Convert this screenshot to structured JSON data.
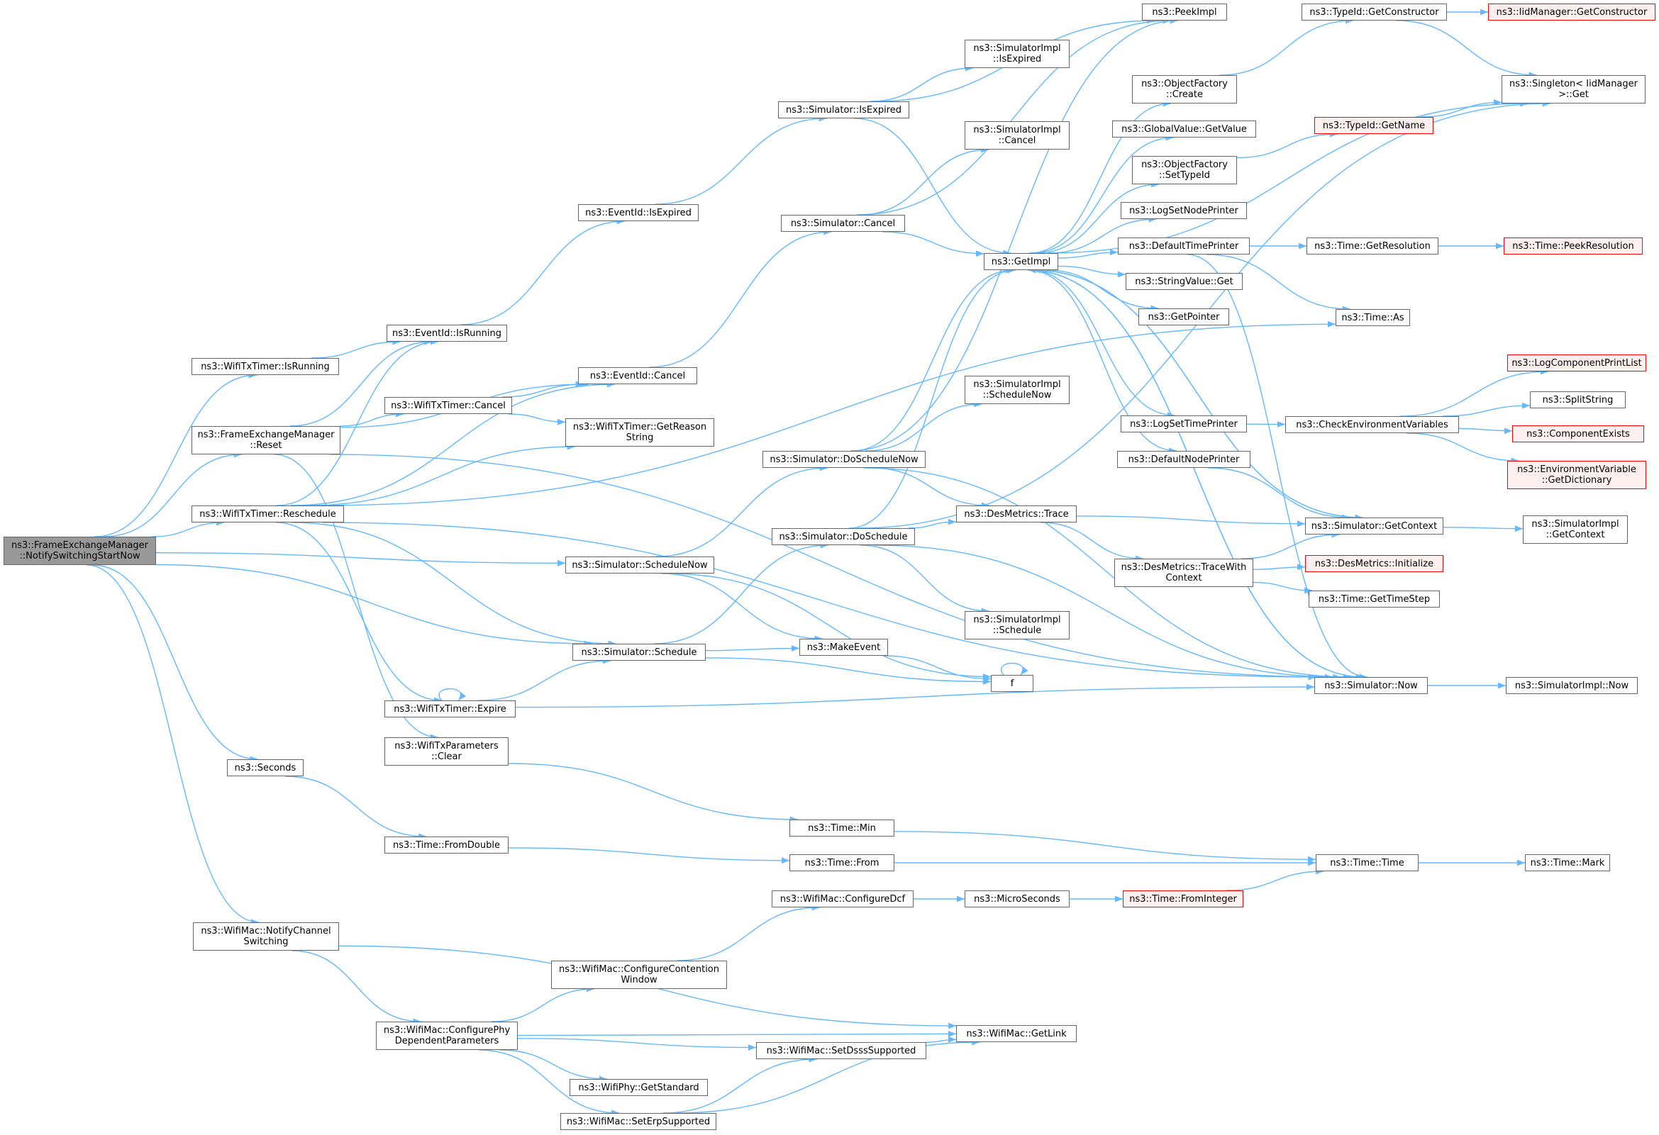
{
  "diagram": {
    "colors": {
      "edge": "#63b8ff",
      "node_border": "#666666",
      "root_fill": "#999999",
      "truncated_border": "#ff0000",
      "truncated_fill": "#fff0f0"
    },
    "nodes": [
      {
        "id": "n_root",
        "label": "ns3::FrameExchangeManager\n::NotifySwitchingStartNow",
        "style": "root"
      },
      {
        "id": "n_wtt_isrunning",
        "label": "ns3::WifiTxTimer::IsRunning"
      },
      {
        "id": "n_fem_reset",
        "label": "ns3::FrameExchangeManager\n::Reset"
      },
      {
        "id": "n_wtt_reschedule",
        "label": "ns3::WifiTxTimer::Reschedule"
      },
      {
        "id": "n_seconds",
        "label": "ns3::Seconds"
      },
      {
        "id": "n_wm_notify",
        "label": "ns3::WifiMac::NotifyChannel\nSwitching"
      },
      {
        "id": "n_eventid_isrunning",
        "label": "ns3::EventId::IsRunning"
      },
      {
        "id": "n_wtt_cancel",
        "label": "ns3::WifiTxTimer::Cancel"
      },
      {
        "id": "n_wtt_expire",
        "label": "ns3::WifiTxTimer::Expire"
      },
      {
        "id": "n_wtp_clear",
        "label": "ns3::WifiTxParameters\n::Clear"
      },
      {
        "id": "n_time_fromdouble",
        "label": "ns3::Time::FromDouble"
      },
      {
        "id": "n_wm_configphy",
        "label": "ns3::WifiMac::ConfigurePhy\nDependentParameters"
      },
      {
        "id": "n_eventid_isexpired",
        "label": "ns3::EventId::IsExpired"
      },
      {
        "id": "n_eventid_cancel",
        "label": "ns3::EventId::Cancel"
      },
      {
        "id": "n_wtt_getreason",
        "label": "ns3::WifiTxTimer::GetReason\nString"
      },
      {
        "id": "n_sim_schedulenow",
        "label": "ns3::Simulator::ScheduleNow"
      },
      {
        "id": "n_sim_schedule",
        "label": "ns3::Simulator::Schedule"
      },
      {
        "id": "n_wm_configcw",
        "label": "ns3::WifiMac::ConfigureContention\nWindow"
      },
      {
        "id": "n_wphy_getstd",
        "label": "ns3::WifiPhy::GetStandard"
      },
      {
        "id": "n_wm_seterp",
        "label": "ns3::WifiMac::SetErpSupported"
      },
      {
        "id": "n_sim_isexpired",
        "label": "ns3::Simulator::IsExpired"
      },
      {
        "id": "n_sim_cancel",
        "label": "ns3::Simulator::Cancel"
      },
      {
        "id": "n_sim_doschedulenow",
        "label": "ns3::Simulator::DoScheduleNow"
      },
      {
        "id": "n_sim_doschedule",
        "label": "ns3::Simulator::DoSchedule"
      },
      {
        "id": "n_makeevent",
        "label": "ns3::MakeEvent"
      },
      {
        "id": "n_time_min",
        "label": "ns3::Time::Min"
      },
      {
        "id": "n_time_from",
        "label": "ns3::Time::From"
      },
      {
        "id": "n_wm_configdcf",
        "label": "ns3::WifiMac::ConfigureDcf"
      },
      {
        "id": "n_wm_setdsss",
        "label": "ns3::WifiMac::SetDsssSupported"
      },
      {
        "id": "n_peekimpl",
        "label": "ns3::PeekImpl"
      },
      {
        "id": "n_simimpl_isexpired",
        "label": "ns3::SimulatorImpl\n::IsExpired"
      },
      {
        "id": "n_simimpl_cancel",
        "label": "ns3::SimulatorImpl\n::Cancel"
      },
      {
        "id": "n_getimpl",
        "label": "ns3::GetImpl"
      },
      {
        "id": "n_simimpl_schedulenow",
        "label": "ns3::SimulatorImpl\n::ScheduleNow"
      },
      {
        "id": "n_desmetrics_trace",
        "label": "ns3::DesMetrics::Trace"
      },
      {
        "id": "n_simimpl_schedule",
        "label": "ns3::SimulatorImpl\n::Schedule"
      },
      {
        "id": "n_f",
        "label": "f"
      },
      {
        "id": "n_microseconds",
        "label": "ns3::MicroSeconds"
      },
      {
        "id": "n_wm_getlink",
        "label": "ns3::WifiMac::GetLink"
      },
      {
        "id": "n_of_create",
        "label": "ns3::ObjectFactory\n::Create"
      },
      {
        "id": "n_gv_getvalue",
        "label": "ns3::GlobalValue::GetValue"
      },
      {
        "id": "n_of_settypeid",
        "label": "ns3::ObjectFactory\n::SetTypeId"
      },
      {
        "id": "n_logsetnodeprinter",
        "label": "ns3::LogSetNodePrinter"
      },
      {
        "id": "n_defaulttimeprinter",
        "label": "ns3::DefaultTimePrinter"
      },
      {
        "id": "n_stringvalue_get",
        "label": "ns3::StringValue::Get"
      },
      {
        "id": "n_getpointer",
        "label": "ns3::GetPointer"
      },
      {
        "id": "n_logsettimeprinter",
        "label": "ns3::LogSetTimePrinter"
      },
      {
        "id": "n_defaultnodeprinter",
        "label": "ns3::DefaultNodePrinter"
      },
      {
        "id": "n_dm_tracewithcontext",
        "label": "ns3::DesMetrics::TraceWith\nContext"
      },
      {
        "id": "n_typeid_getconstructor",
        "label": "ns3::TypeId::GetConstructor"
      },
      {
        "id": "n_typeid_getname",
        "label": "ns3::TypeId::GetName",
        "style": "trunc"
      },
      {
        "id": "n_time_getresolution",
        "label": "ns3::Time::GetResolution"
      },
      {
        "id": "n_time_as",
        "label": "ns3::Time::As"
      },
      {
        "id": "n_checkenv",
        "label": "ns3::CheckEnvironmentVariables"
      },
      {
        "id": "n_sim_getcontext",
        "label": "ns3::Simulator::GetContext"
      },
      {
        "id": "n_dm_initialize",
        "label": "ns3::DesMetrics::Initialize",
        "style": "trunc"
      },
      {
        "id": "n_time_gettimestep",
        "label": "ns3::Time::GetTimeStep"
      },
      {
        "id": "n_sim_now",
        "label": "ns3::Simulator::Now"
      },
      {
        "id": "n_time_time",
        "label": "ns3::Time::Time"
      },
      {
        "id": "n_time_frominteger",
        "label": "ns3::Time::FromInteger",
        "style": "trunc"
      },
      {
        "id": "n_iid_getconstructor",
        "label": "ns3::IidManager::GetConstructor",
        "style": "trunc"
      },
      {
        "id": "n_singleton_get",
        "label": "ns3::Singleton< IidManager\n >::Get"
      },
      {
        "id": "n_time_peekresolution",
        "label": "ns3::Time::PeekResolution",
        "style": "trunc"
      },
      {
        "id": "n_logcomponentprintlist",
        "label": "ns3::LogComponentPrintList",
        "style": "trunc"
      },
      {
        "id": "n_splitstring",
        "label": "ns3::SplitString"
      },
      {
        "id": "n_componentexists",
        "label": "ns3::ComponentExists",
        "style": "trunc"
      },
      {
        "id": "n_envvar_getdict",
        "label": "ns3::EnvironmentVariable\n::GetDictionary",
        "style": "trunc"
      },
      {
        "id": "n_simimpl_getcontext",
        "label": "ns3::SimulatorImpl\n::GetContext"
      },
      {
        "id": "n_simimpl_now",
        "label": "ns3::SimulatorImpl::Now"
      },
      {
        "id": "n_time_mark",
        "label": "ns3::Time::Mark"
      }
    ],
    "edges": [
      [
        "n_root",
        "n_wtt_isrunning"
      ],
      [
        "n_root",
        "n_fem_reset"
      ],
      [
        "n_root",
        "n_wtt_reschedule"
      ],
      [
        "n_root",
        "n_sim_schedulenow"
      ],
      [
        "n_root",
        "n_sim_schedule"
      ],
      [
        "n_root",
        "n_seconds"
      ],
      [
        "n_root",
        "n_wm_notify"
      ],
      [
        "n_wtt_isrunning",
        "n_eventid_isrunning"
      ],
      [
        "n_fem_reset",
        "n_eventid_isrunning"
      ],
      [
        "n_fem_reset",
        "n_eventid_cancel"
      ],
      [
        "n_fem_reset",
        "n_wtt_cancel"
      ],
      [
        "n_fem_reset",
        "n_wtp_clear"
      ],
      [
        "n_fem_reset",
        "n_sim_now"
      ],
      [
        "n_wtt_reschedule",
        "n_eventid_isrunning"
      ],
      [
        "n_wtt_reschedule",
        "n_eventid_cancel"
      ],
      [
        "n_wtt_reschedule",
        "n_wtt_getreason"
      ],
      [
        "n_wtt_reschedule",
        "n_time_as"
      ],
      [
        "n_wtt_reschedule",
        "n_sim_schedule"
      ],
      [
        "n_wtt_reschedule",
        "n_wtt_expire"
      ],
      [
        "n_wtt_reschedule",
        "n_sim_now"
      ],
      [
        "n_wtt_cancel",
        "n_eventid_cancel"
      ],
      [
        "n_wtt_cancel",
        "n_wtt_getreason"
      ],
      [
        "n_eventid_isrunning",
        "n_eventid_isexpired"
      ],
      [
        "n_eventid_isexpired",
        "n_sim_isexpired"
      ],
      [
        "n_eventid_cancel",
        "n_sim_cancel"
      ],
      [
        "n_wtt_expire",
        "n_wtt_expire"
      ],
      [
        "n_wtt_expire",
        "n_sim_schedule"
      ],
      [
        "n_wtt_expire",
        "n_sim_now"
      ],
      [
        "n_seconds",
        "n_time_fromdouble"
      ],
      [
        "n_time_fromdouble",
        "n_time_from"
      ],
      [
        "n_wtp_clear",
        "n_time_min"
      ],
      [
        "n_wm_notify",
        "n_wm_configphy"
      ],
      [
        "n_wm_notify",
        "n_wm_getlink"
      ],
      [
        "n_wm_configphy",
        "n_wm_configcw"
      ],
      [
        "n_wm_configphy",
        "n_wm_getlink"
      ],
      [
        "n_wm_configphy",
        "n_wm_setdsss"
      ],
      [
        "n_wm_configphy",
        "n_wphy_getstd"
      ],
      [
        "n_wm_configphy",
        "n_wm_seterp"
      ],
      [
        "n_wm_configcw",
        "n_wm_configdcf"
      ],
      [
        "n_wm_configdcf",
        "n_microseconds"
      ],
      [
        "n_microseconds",
        "n_time_frominteger"
      ],
      [
        "n_time_frominteger",
        "n_time_time"
      ],
      [
        "n_wm_setdsss",
        "n_wm_getlink"
      ],
      [
        "n_wm_seterp",
        "n_wm_setdsss"
      ],
      [
        "n_wm_seterp",
        "n_wm_getlink"
      ],
      [
        "n_sim_schedulenow",
        "n_sim_doschedulenow"
      ],
      [
        "n_sim_schedulenow",
        "n_makeevent"
      ],
      [
        "n_sim_schedulenow",
        "n_f"
      ],
      [
        "n_sim_schedule",
        "n_sim_doschedule"
      ],
      [
        "n_sim_schedule",
        "n_makeevent"
      ],
      [
        "n_sim_schedule",
        "n_f"
      ],
      [
        "n_makeevent",
        "n_f"
      ],
      [
        "n_f",
        "n_f"
      ],
      [
        "n_sim_isexpired",
        "n_peekimpl"
      ],
      [
        "n_sim_isexpired",
        "n_simimpl_isexpired"
      ],
      [
        "n_sim_isexpired",
        "n_getimpl"
      ],
      [
        "n_sim_cancel",
        "n_simimpl_cancel"
      ],
      [
        "n_sim_cancel",
        "n_peekimpl"
      ],
      [
        "n_sim_cancel",
        "n_getimpl"
      ],
      [
        "n_sim_doschedulenow",
        "n_peekimpl"
      ],
      [
        "n_sim_doschedulenow",
        "n_getimpl"
      ],
      [
        "n_sim_doschedulenow",
        "n_simimpl_schedulenow"
      ],
      [
        "n_sim_doschedulenow",
        "n_desmetrics_trace"
      ],
      [
        "n_sim_doschedulenow",
        "n_sim_now"
      ],
      [
        "n_sim_doschedule",
        "n_getimpl"
      ],
      [
        "n_sim_doschedule",
        "n_desmetrics_trace"
      ],
      [
        "n_sim_doschedule",
        "n_simimpl_schedule"
      ],
      [
        "n_sim_doschedule",
        "n_sim_now"
      ],
      [
        "n_sim_doschedule",
        "n_singleton_get"
      ],
      [
        "n_time_min",
        "n_time_time"
      ],
      [
        "n_time_from",
        "n_time_time"
      ],
      [
        "n_getimpl",
        "n_of_create"
      ],
      [
        "n_getimpl",
        "n_gv_getvalue"
      ],
      [
        "n_getimpl",
        "n_of_settypeid"
      ],
      [
        "n_getimpl",
        "n_logsetnodeprinter"
      ],
      [
        "n_getimpl",
        "n_defaulttimeprinter"
      ],
      [
        "n_getimpl",
        "n_stringvalue_get"
      ],
      [
        "n_getimpl",
        "n_getpointer"
      ],
      [
        "n_getimpl",
        "n_logsettimeprinter"
      ],
      [
        "n_getimpl",
        "n_defaultnodeprinter"
      ],
      [
        "n_getimpl",
        "n_singleton_get"
      ],
      [
        "n_getimpl",
        "n_sim_getcontext"
      ],
      [
        "n_getimpl",
        "n_sim_now"
      ],
      [
        "n_desmetrics_trace",
        "n_sim_getcontext"
      ],
      [
        "n_desmetrics_trace",
        "n_dm_tracewithcontext"
      ],
      [
        "n_of_create",
        "n_typeid_getconstructor"
      ],
      [
        "n_of_settypeid",
        "n_typeid_getname"
      ],
      [
        "n_defaulttimeprinter",
        "n_time_getresolution"
      ],
      [
        "n_defaulttimeprinter",
        "n_time_as"
      ],
      [
        "n_defaulttimeprinter",
        "n_sim_now"
      ],
      [
        "n_logsettimeprinter",
        "n_checkenv"
      ],
      [
        "n_defaultnodeprinter",
        "n_sim_getcontext"
      ],
      [
        "n_dm_tracewithcontext",
        "n_sim_getcontext"
      ],
      [
        "n_dm_tracewithcontext",
        "n_dm_initialize"
      ],
      [
        "n_dm_tracewithcontext",
        "n_time_gettimestep"
      ],
      [
        "n_typeid_getconstructor",
        "n_iid_getconstructor"
      ],
      [
        "n_typeid_getconstructor",
        "n_singleton_get"
      ],
      [
        "n_typeid_getname",
        "n_singleton_get"
      ],
      [
        "n_time_getresolution",
        "n_time_peekresolution"
      ],
      [
        "n_checkenv",
        "n_logcomponentprintlist"
      ],
      [
        "n_checkenv",
        "n_splitstring"
      ],
      [
        "n_checkenv",
        "n_componentexists"
      ],
      [
        "n_checkenv",
        "n_envvar_getdict"
      ],
      [
        "n_sim_getcontext",
        "n_simimpl_getcontext"
      ],
      [
        "n_sim_getcontext",
        "n_getimpl"
      ],
      [
        "n_sim_now",
        "n_simimpl_now"
      ],
      [
        "n_sim_now",
        "n_getimpl"
      ],
      [
        "n_time_time",
        "n_time_mark"
      ]
    ]
  }
}
